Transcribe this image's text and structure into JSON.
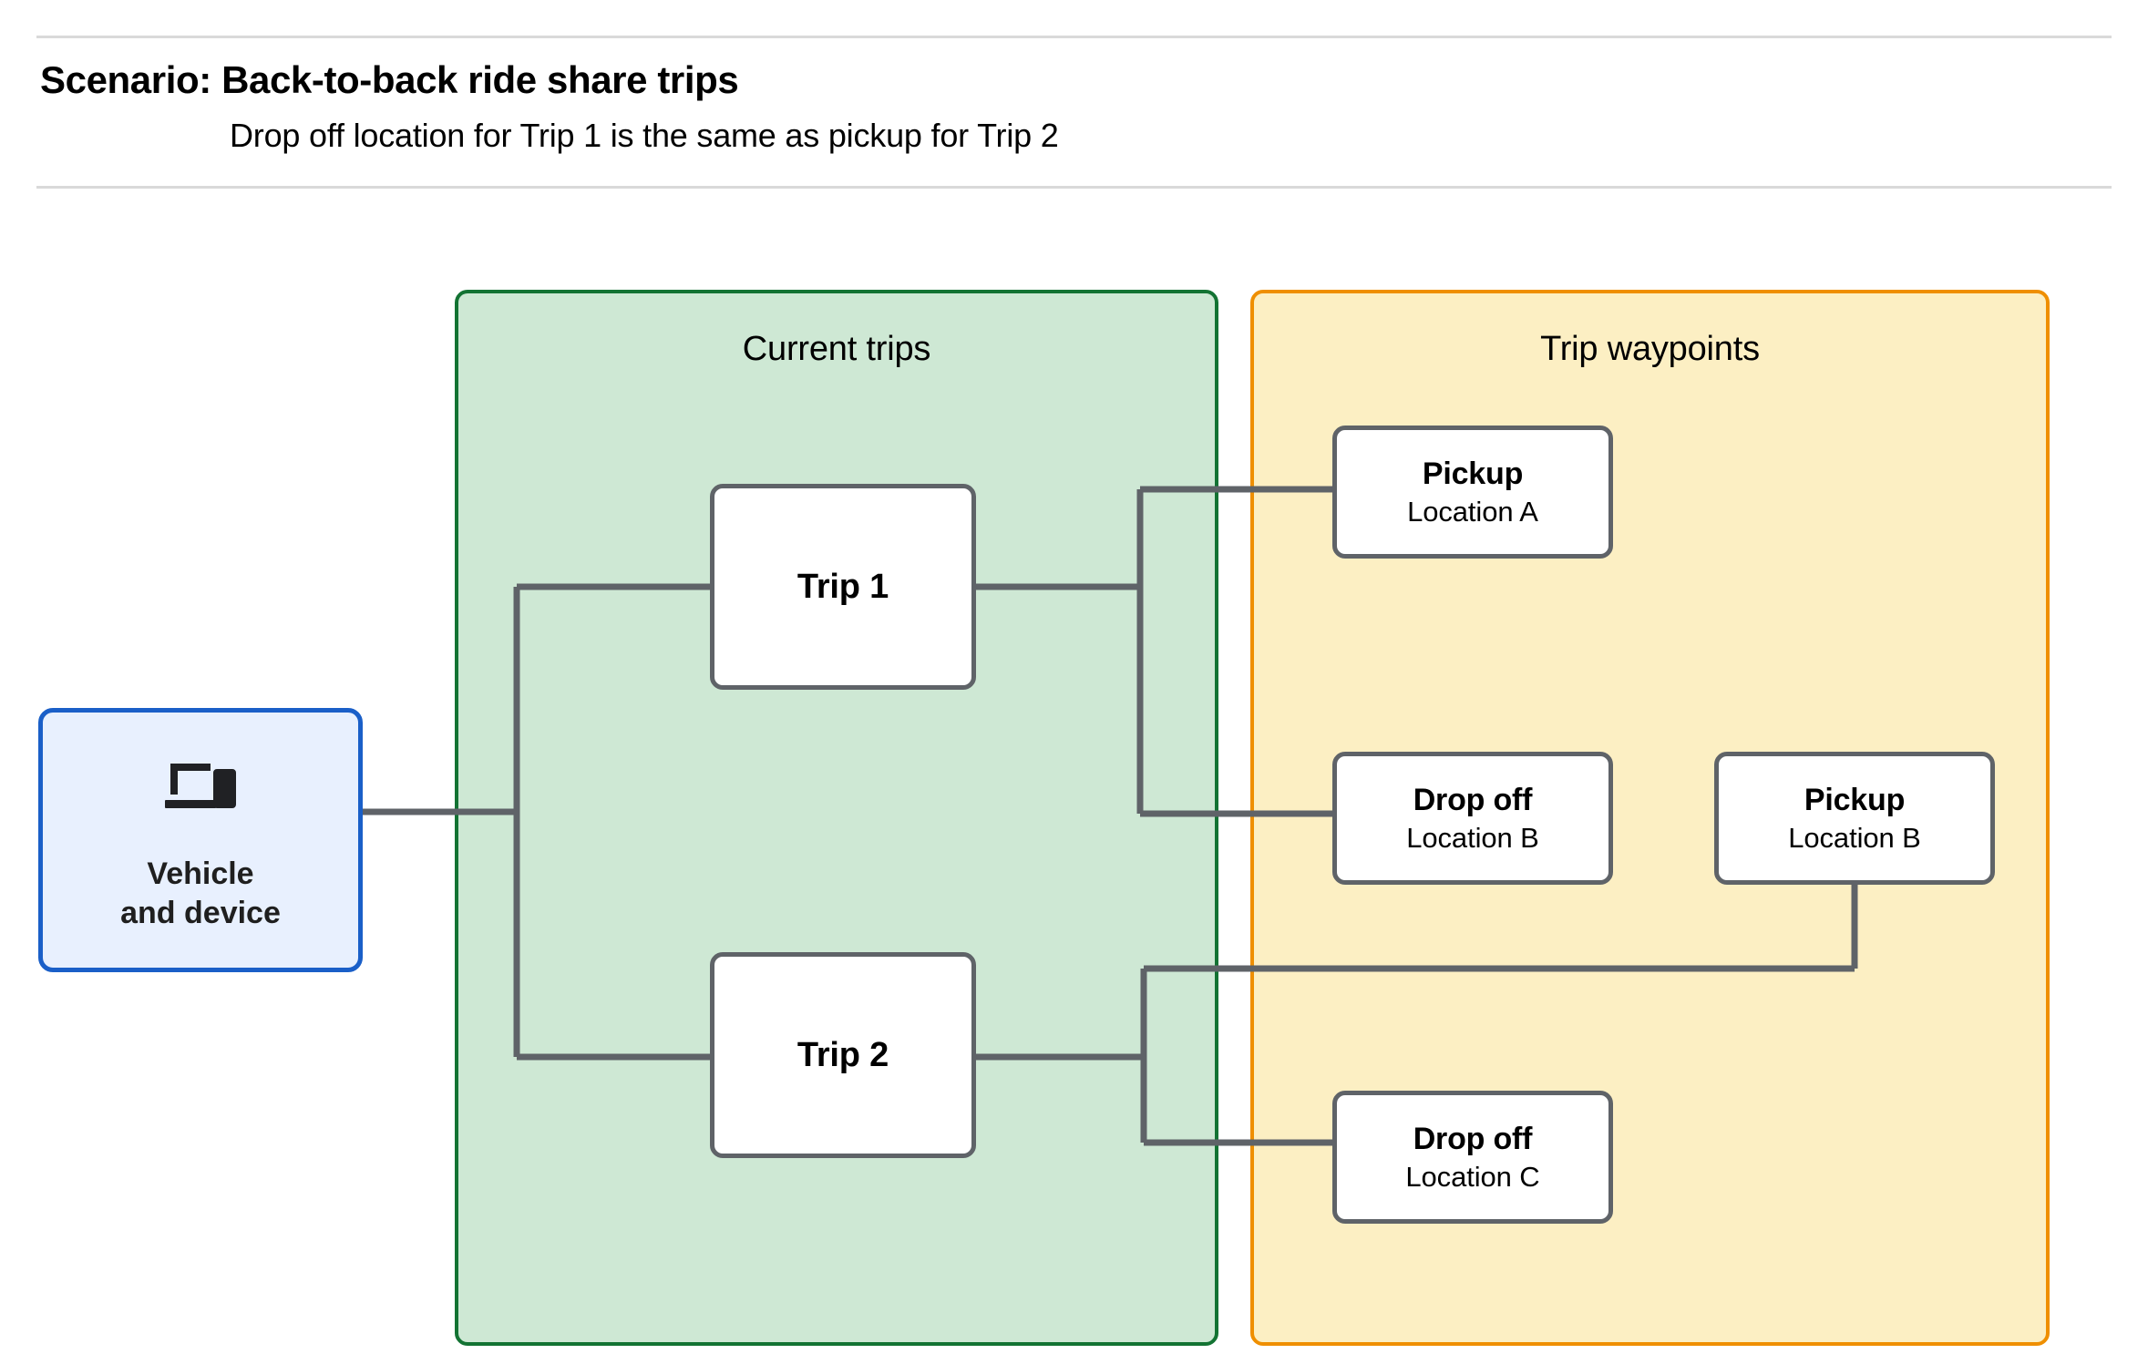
{
  "header": {
    "title": "Scenario: Back-to-back ride share trips",
    "subtitle": "Drop off  location for Trip 1 is the same as pickup for Trip 2"
  },
  "colors": {
    "current_trips_fill": "#cee8d4",
    "current_trips_border": "#137333",
    "trip_waypoints_fill": "#fcefc3",
    "trip_waypoints_border": "#ef8f00",
    "vehicle_fill": "#e8f0fe",
    "vehicle_border": "#1a5fc8",
    "node_border": "#5f6368",
    "node_fill": "#ffffff",
    "connector": "#5f6368",
    "rule": "#d9d9d9"
  },
  "panels": {
    "current_trips": {
      "title": "Current trips"
    },
    "trip_waypoints": {
      "title": "Trip waypoints"
    }
  },
  "vehicle": {
    "label": "Vehicle\nand device",
    "icon": "laptop-and-phone-icon"
  },
  "trips": [
    {
      "id": "trip-1",
      "label": "Trip 1"
    },
    {
      "id": "trip-2",
      "label": "Trip 2"
    }
  ],
  "waypoints": [
    {
      "id": "pickup-a",
      "title": "Pickup",
      "location": "Location A"
    },
    {
      "id": "dropoff-b",
      "title": "Drop off",
      "location": "Location B"
    },
    {
      "id": "pickup-b",
      "title": "Pickup",
      "location": "Location B"
    },
    {
      "id": "dropoff-c",
      "title": "Drop off",
      "location": "Location C"
    }
  ],
  "connections": [
    {
      "from": "vehicle",
      "to": "trip-1"
    },
    {
      "from": "vehicle",
      "to": "trip-2"
    },
    {
      "from": "trip-1",
      "to": "pickup-a"
    },
    {
      "from": "trip-1",
      "to": "dropoff-b"
    },
    {
      "from": "trip-2",
      "to": "pickup-b"
    },
    {
      "from": "trip-2",
      "to": "dropoff-c"
    }
  ]
}
